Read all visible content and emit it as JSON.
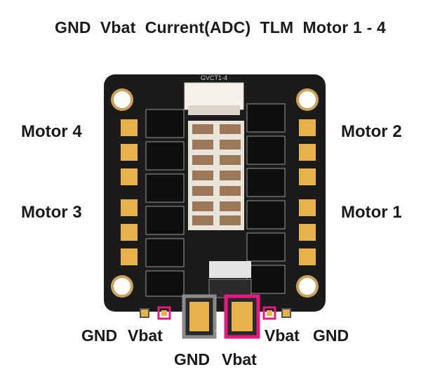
{
  "header": {
    "pin_list": "GND  Vbat  Current(ADC)  TLM  Motor 1 - 4"
  },
  "connector": {
    "silk": "GVCT1-4"
  },
  "motors": {
    "m4": "Motor 4",
    "m2": "Motor 2",
    "m3": "Motor 3",
    "m1": "Motor 1"
  },
  "bottom": {
    "left_gnd": "GND",
    "left_vbat": "Vbat",
    "right_vbat": "Vbat",
    "right_gnd": "GND",
    "main_gnd": "GND",
    "main_vbat": "Vbat"
  },
  "colors": {
    "board": "#1b1b1b",
    "pad_gold": "#e8b24a",
    "highlight_gray": "#8a8a8a",
    "highlight_magenta": "#e6197f"
  }
}
